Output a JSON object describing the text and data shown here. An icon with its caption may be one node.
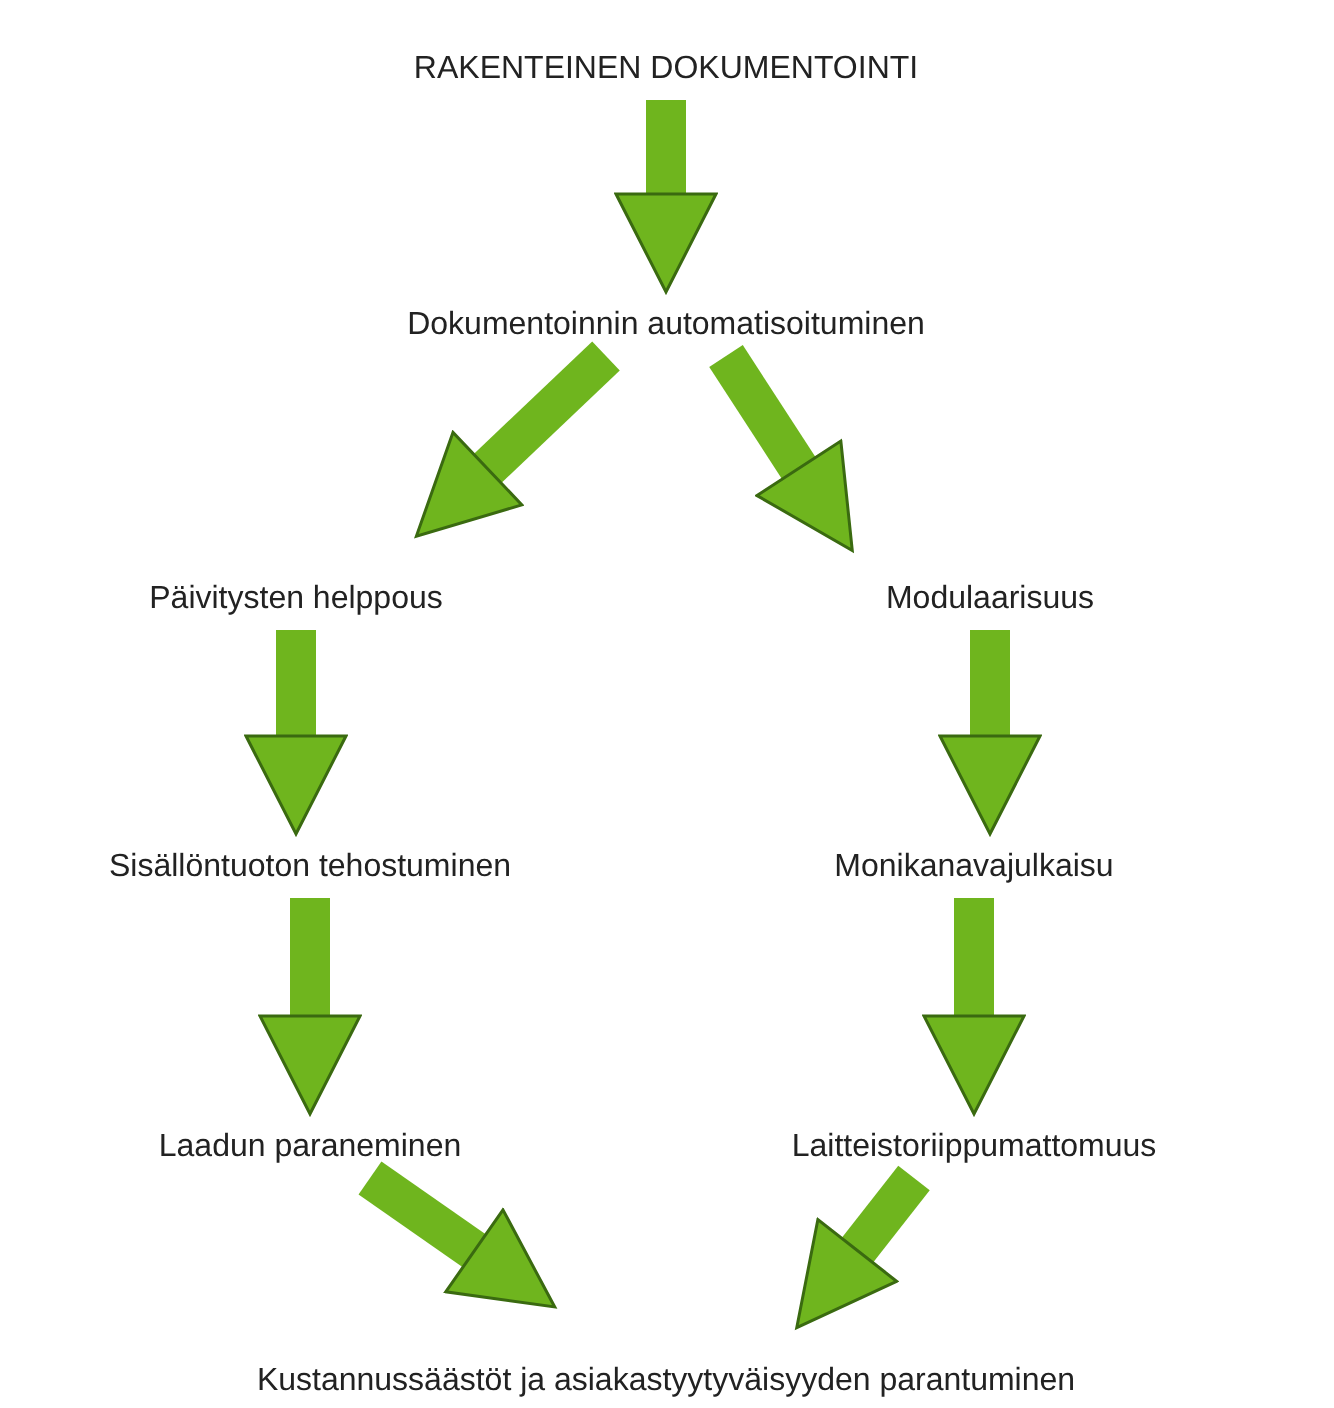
{
  "diagram": {
    "nodes": [
      {
        "text": [
          "RAKENTEINEN DOKUMENTOINTI"
        ]
      },
      {
        "text": [
          "Dokumentoinnin automatisoituminen"
        ]
      },
      {
        "text": [
          "Päivitysten helppous"
        ]
      },
      {
        "text": [
          "Modulaarisuus"
        ]
      },
      {
        "text": [
          "Sisällöntuoton tehostuminen"
        ]
      },
      {
        "text": [
          "Monikanavajulkaisu"
        ]
      },
      {
        "text": [
          "Laadun paraneminen"
        ]
      },
      {
        "text": [
          "Laitteistoriippumattomuus"
        ]
      },
      {
        "text": [
          "Kustannussäästöt ja asiakastyytyväisyyden parantuminen"
        ]
      }
    ],
    "edges": [
      {
        "from": 0,
        "to": 1,
        "arrow": "to"
      },
      {
        "from": 1,
        "to": 2,
        "arrow": "to"
      },
      {
        "from": 1,
        "to": 3,
        "arrow": "to"
      },
      {
        "from": 2,
        "to": 4,
        "arrow": "to"
      },
      {
        "from": 3,
        "to": 5,
        "arrow": "to"
      },
      {
        "from": 4,
        "to": 6,
        "arrow": "to"
      },
      {
        "from": 5,
        "to": 7,
        "arrow": "to"
      },
      {
        "from": 6,
        "to": 8,
        "arrow": "to"
      },
      {
        "from": 7,
        "to": 8,
        "arrow": "to"
      }
    ]
  }
}
